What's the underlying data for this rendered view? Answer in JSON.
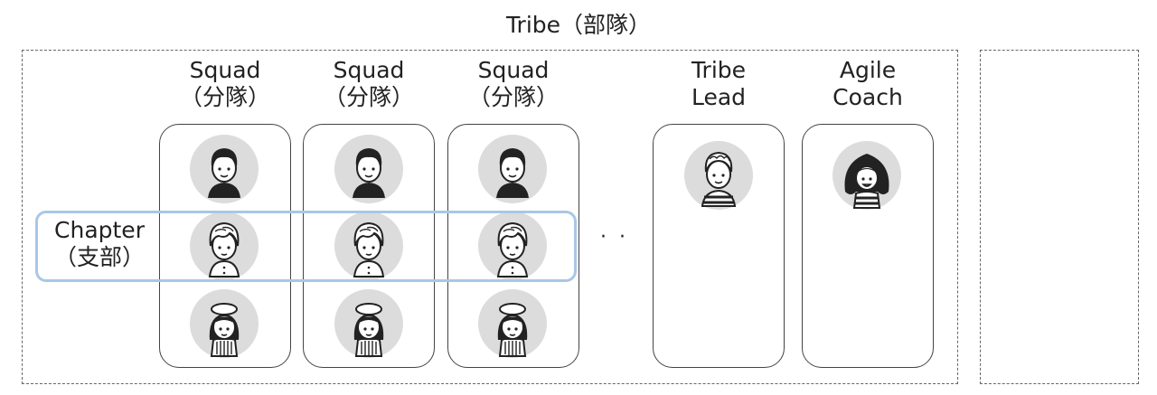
{
  "tribe": {
    "title": "Tribe（部隊）"
  },
  "squads": [
    {
      "line1": "Squad",
      "line2": "（分隊）"
    },
    {
      "line1": "Squad",
      "line2": "（分隊）"
    },
    {
      "line1": "Squad",
      "line2": "（分隊）"
    }
  ],
  "roles": [
    {
      "line1": "Tribe",
      "line2": "Lead"
    },
    {
      "line1": "Agile",
      "line2": "Coach"
    }
  ],
  "chapter": {
    "line1": "Chapter",
    "line2": "（支部）"
  },
  "ellipsis": "··",
  "icons": {
    "member_a": "member-short-hair-icon",
    "member_b": "member-wavy-hair-icon",
    "member_c": "member-beret-icon",
    "tribe_lead": "tribe-lead-icon",
    "agile_coach": "agile-coach-icon"
  },
  "colors": {
    "chapter_highlight": "#a9c7e6",
    "avatar_bg": "#dcdcdc"
  }
}
